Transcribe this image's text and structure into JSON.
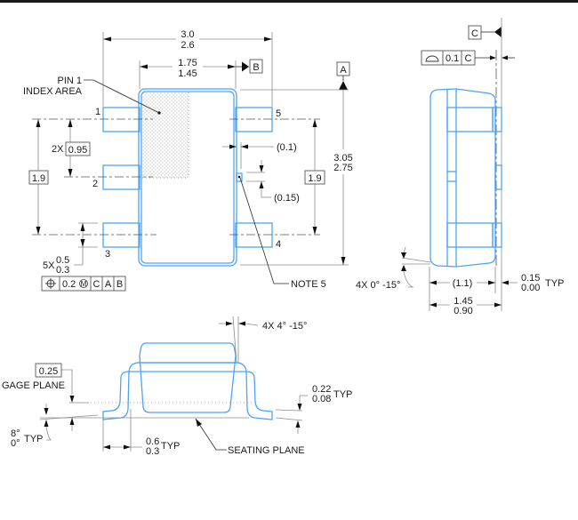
{
  "drawing": {
    "top_view": {
      "overall_width": {
        "max": "3.0",
        "min": "2.6"
      },
      "body_width": {
        "max": "1.75",
        "min": "1.45"
      },
      "datum_b": "B",
      "datum_a": "A",
      "pin1_label_line1": "PIN 1",
      "pin1_label_line2": "INDEX AREA",
      "pin_numbers": [
        "1",
        "2",
        "3",
        "4",
        "5"
      ],
      "pitch_count": "2X",
      "pitch": "0.95",
      "span_left": "1.9",
      "span_right": "1.9",
      "body_length": {
        "max": "3.05",
        "min": "2.75"
      },
      "note_offset_x": "(0.1)",
      "note_offset_y": "(0.15)",
      "note_label": "NOTE 5",
      "lead_width_count": "5X",
      "lead_width": {
        "max": "0.5",
        "min": "0.3"
      },
      "position_tolerance": {
        "symbol": "position-icon",
        "value": "0.2",
        "modifier": "M",
        "datums": [
          "C",
          "A",
          "B"
        ]
      }
    },
    "side_view": {
      "datum_c": "C",
      "profile_tolerance": {
        "symbol": "profile-icon",
        "value": "0.1",
        "datum": "C"
      },
      "draft_angle": "4X 0° -15°",
      "body_depth": "(1.1)",
      "standoff": {
        "max": "0.15",
        "min": "0.00",
        "suffix": "TYP"
      },
      "total_height": {
        "max": "1.45",
        "min": "0.90"
      }
    },
    "front_view": {
      "draft_angle": "4X 4° -15°",
      "gage_value": "0.25",
      "gage_label": "GAGE PLANE",
      "lead_thickness": {
        "max": "0.22",
        "min": "0.08",
        "suffix": "TYP"
      },
      "foot_angle": {
        "max": "8°",
        "min": "0°",
        "suffix": "TYP"
      },
      "foot_length": {
        "max": "0.6",
        "min": "0.3",
        "suffix": "TYP"
      },
      "seating_label": "SEATING PLANE"
    },
    "colors": {
      "package_outline": "#4da3f5",
      "dimension": "#8c8c8c",
      "text": "#1a1a1a"
    }
  }
}
